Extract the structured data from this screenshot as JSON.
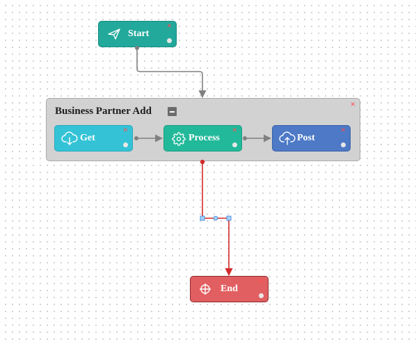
{
  "nodes": {
    "start": {
      "label": "Start",
      "icon": "paper-plane-icon",
      "color": "#22a99c"
    },
    "get": {
      "label": "Get",
      "icon": "cloud-download-icon",
      "color": "#34c3d6"
    },
    "process": {
      "label": "Process",
      "icon": "gear-icon",
      "color": "#22b99a"
    },
    "post": {
      "label": "Post",
      "icon": "cloud-upload-icon",
      "color": "#4d79c6"
    },
    "end": {
      "label": "End",
      "icon": "crosshair-icon",
      "color": "#e25f61"
    }
  },
  "group": {
    "title": "Business Partner Add",
    "color": "#d2d2d2"
  },
  "connectors": {
    "default_color": "#808080",
    "selected_color": "#d22a2a",
    "handle_color": "#4a90e2"
  }
}
